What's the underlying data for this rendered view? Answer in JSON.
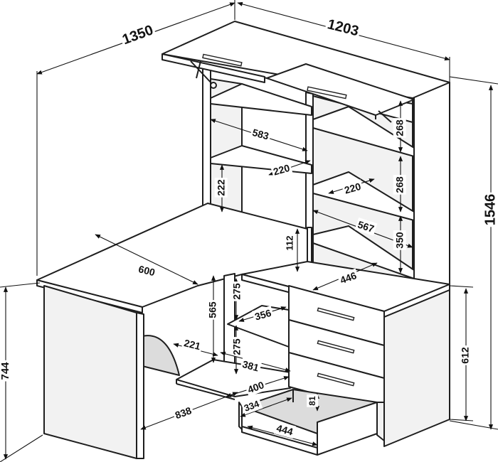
{
  "title": "",
  "colors": {
    "line": "#1e1e1e",
    "fill": "#ffffff",
    "side": "#f2f2f2"
  },
  "dimensions": {
    "overall_depth": "1350",
    "overall_width": "1203",
    "overall_height": "1546",
    "desk_height": "744",
    "cabinet_height": "612",
    "desk_top_depth": "600",
    "desk_length": "838",
    "shelf_width_left": "583",
    "shelf_depth_left": "220",
    "shelf_gap_left": "222",
    "shelf_width_right": "567",
    "shelf_depth_right": "220",
    "shelf_gap_top_right": "268",
    "shelf_gap_mid_right": "268",
    "shelf_gap_low_right": "350",
    "hutch_leg_gap": "112",
    "cabinet_top_depth": "446",
    "inner_height_upper": "275",
    "inner_height_lower": "275",
    "inner_height_left": "565",
    "inner_shelf_depth": "356",
    "keyboard_depth": "221",
    "keyboard_width": "381",
    "keyboard_length": "400",
    "drawer_depth": "334",
    "drawer_height": "81",
    "drawer_width": "444"
  }
}
